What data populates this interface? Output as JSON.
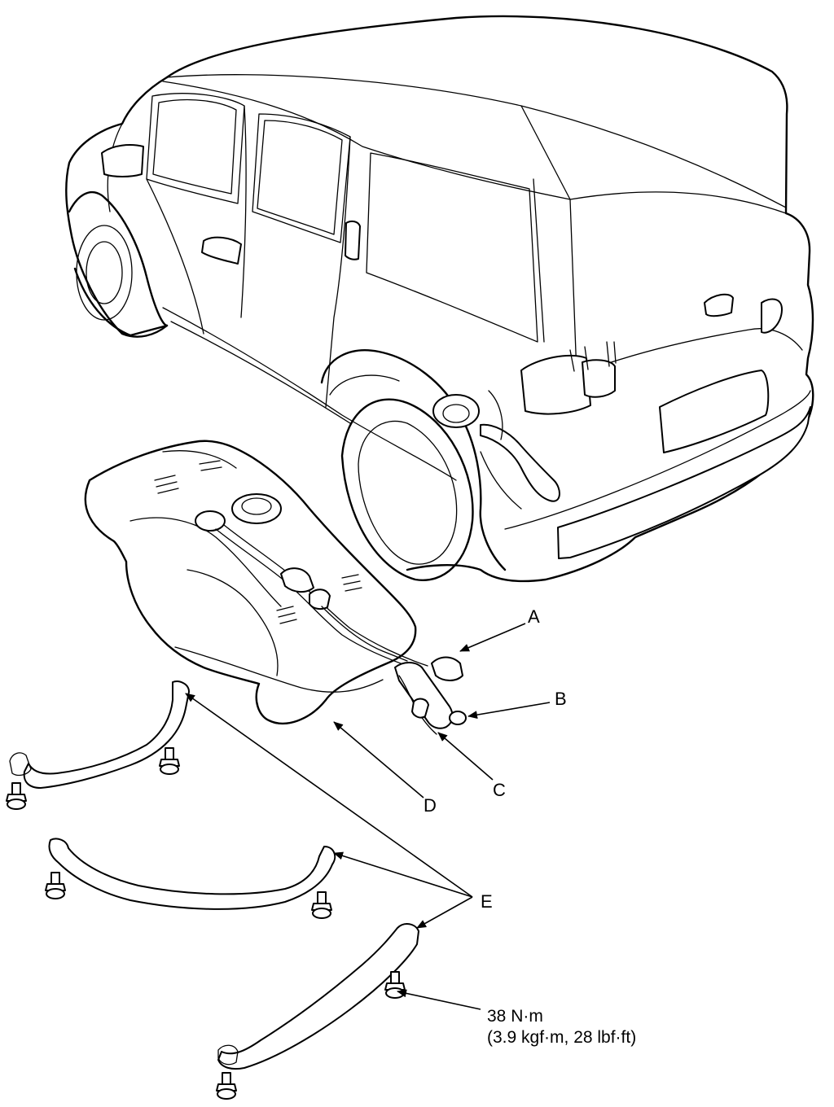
{
  "callouts": {
    "a": "A",
    "b": "B",
    "c": "C",
    "d": "D",
    "e": "E"
  },
  "torque": {
    "line1": "38 N·m",
    "line2": "(3.9 kgf·m, 28 lbf·ft)"
  }
}
